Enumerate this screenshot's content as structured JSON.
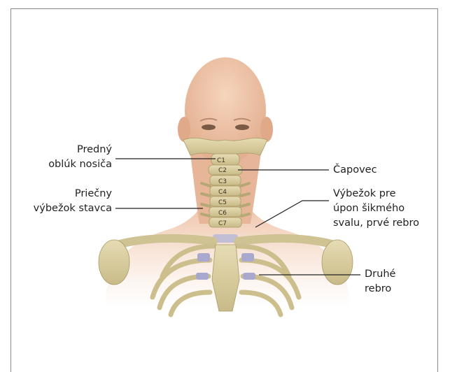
{
  "labels": {
    "anterior_arch": [
      "Predný",
      "oblúk nosiča"
    ],
    "transverse_process": [
      "Priečny",
      "výbežok stavca"
    ],
    "spinous_process": "Čapovec",
    "scalene_tubercle": [
      "Výbežok pre",
      "úpon šikmého",
      "svalu, prvé rebro"
    ],
    "second_rib": [
      "Druhé",
      "rebro"
    ]
  },
  "vertebrae": [
    "C1",
    "C2",
    "C3",
    "C4",
    "C5",
    "C6",
    "C7"
  ],
  "colors": {
    "skin": "#efc4a6",
    "skin_shadow": "#d9a483",
    "bone": "#ddd3a8",
    "bone_shadow": "#b9ab77",
    "cartilage": "#a9a8cf",
    "leader_line": "#222222",
    "frame": "#8a8a8a"
  }
}
